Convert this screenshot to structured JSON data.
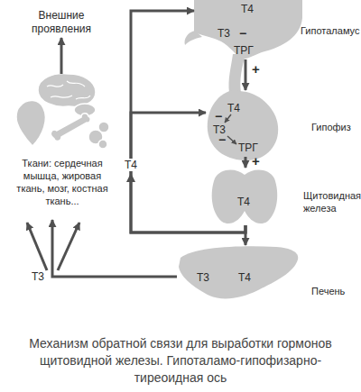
{
  "diagram": {
    "caption": "Механизм обратной связи для выработки гормонов щитовидной железы. Гипоталамо-гипофизарно-тиреоидная ось",
    "nodes": [
      {
        "text": [
          "Внешние проявления"
        ]
      },
      {
        "text": [
          "Ткани: сердечная мышца, жировая ткань, мозг, костная ткань..."
        ]
      },
      {
        "text": [
          "Т4",
          "Т3",
          "−",
          "ТРГ",
          "Гипоталамус"
        ]
      },
      {
        "text": [
          "Т4",
          "−",
          "Т3",
          "−",
          "ТРГ",
          "Гипофиз"
        ]
      },
      {
        "text": [
          "Т4",
          "Щитовидная железа"
        ]
      },
      {
        "text": [
          "Т3",
          "Т4",
          "Печень"
        ]
      }
    ],
    "edges": [
      {
        "from": 1,
        "to": 0,
        "arrow": "to"
      },
      {
        "from": 2,
        "to": 3,
        "label": "+",
        "arrow": "to"
      },
      {
        "from": 3,
        "to": 4,
        "label": "+",
        "arrow": "to"
      },
      {
        "from": 4,
        "to": 5,
        "arrow": "to"
      },
      {
        "from": 4,
        "to": 2,
        "label": "Т4",
        "arrow": "to"
      },
      {
        "from": 4,
        "to": 3,
        "arrow": "to"
      },
      {
        "from": 5,
        "to": 1,
        "label": "Т3",
        "arrow": "to"
      }
    ]
  }
}
